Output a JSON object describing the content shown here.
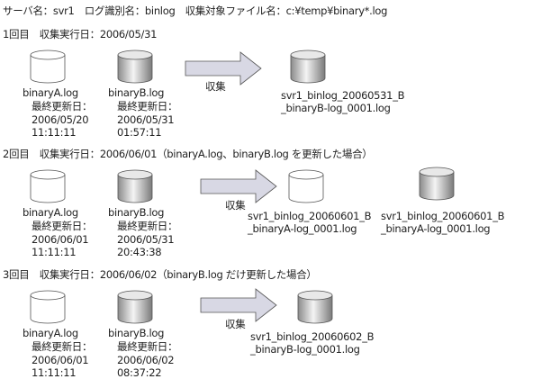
{
  "header": "サーバ名：svr1　ログ識別名：binlog　収集対象ファイル名：c:¥temp¥binary*.log",
  "collect_label": "収集",
  "modified_label": "最終更新日：",
  "colors": {
    "arrow_fill": "#d8d8e4",
    "stroke": "#555555",
    "updated_cylinder_dark": "#888888"
  },
  "sections": [
    {
      "title": "1回目　収集実行日：2006/05/31",
      "files": [
        {
          "name": "binaryA.log",
          "date": "2006/05/20",
          "time": "11:11:11",
          "updated": false
        },
        {
          "name": "binaryB.log",
          "date": "2006/05/31",
          "time": "01:57:11",
          "updated": true
        }
      ],
      "outputs": [
        {
          "line1": "svr1_binlog_20060531_B",
          "line2": "_binaryB-log_0001.log",
          "updated": true
        }
      ]
    },
    {
      "title": "2回目　収集実行日：2006/06/01（binaryA.log、binaryB.log を更新した場合）",
      "files": [
        {
          "name": "binaryA.log",
          "date": "2006/06/01",
          "time": "11:11:11",
          "updated": false
        },
        {
          "name": "binaryB.log",
          "date": "2006/05/31",
          "time": "20:43:38",
          "updated": true
        }
      ],
      "outputs": [
        {
          "line1": "svr1_binlog_20060601_B",
          "line2": "_binaryA-log_0001.log",
          "updated": false
        },
        {
          "line1": "svr1_binlog_20060601_B",
          "line2": "_binaryA-log_0001.log",
          "updated": true
        }
      ]
    },
    {
      "title": "3回目　収集実行日：2006/06/02（binaryB.log だけ更新した場合）",
      "files": [
        {
          "name": "binaryA.log",
          "date": "2006/06/01",
          "time": "11:11:11",
          "updated": false
        },
        {
          "name": "binaryB.log",
          "date": "2006/06/02",
          "time": "08:37:22",
          "updated": true
        }
      ],
      "outputs": [
        {
          "line1": "svr1_binlog_20060602_B",
          "line2": "_binaryB-log_0001.log",
          "updated": true
        }
      ]
    }
  ]
}
